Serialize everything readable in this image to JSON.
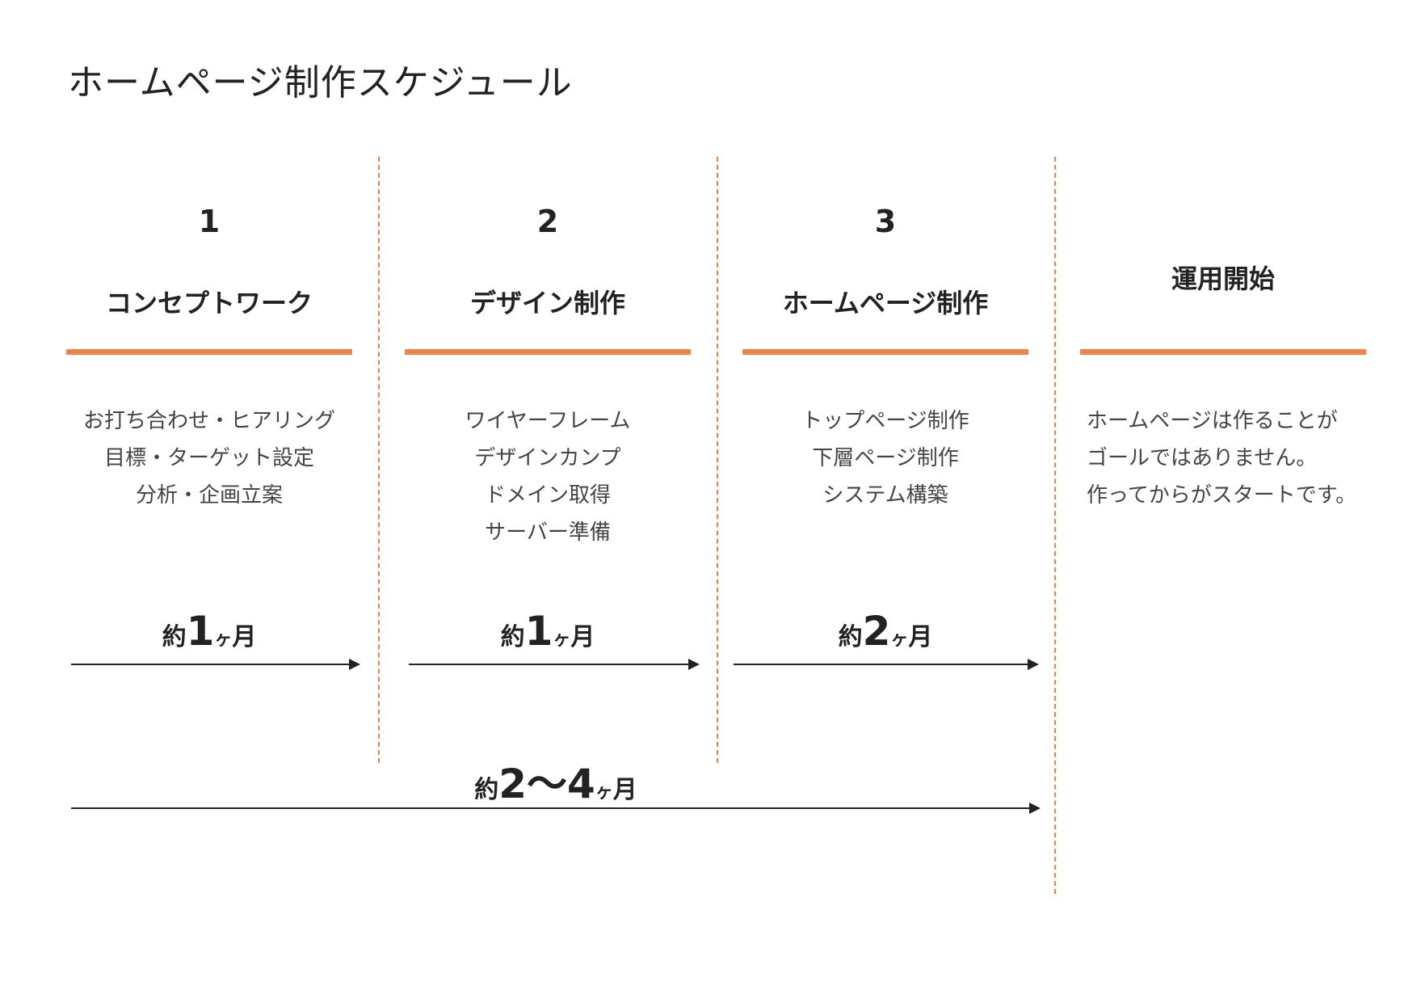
{
  "title": "ホームページ制作スケジュール",
  "steps": [
    {
      "number": "1",
      "title": "コンセプトワーク",
      "tasks": [
        "お打ち合わせ・ヒアリング",
        "目標・ターゲット設定",
        "分析・企画立案"
      ],
      "duration": {
        "prefix": "約",
        "value": "1",
        "ke": "ヶ",
        "suffix": "月"
      }
    },
    {
      "number": "2",
      "title": "デザイン制作",
      "tasks": [
        "ワイヤーフレーム",
        "デザインカンプ",
        "ドメイン取得",
        "サーバー準備"
      ],
      "duration": {
        "prefix": "約",
        "value": "1",
        "ke": "ヶ",
        "suffix": "月"
      }
    },
    {
      "number": "3",
      "title": "ホームページ制作",
      "tasks": [
        "トップページ制作",
        "下層ページ制作",
        "システム構築"
      ],
      "duration": {
        "prefix": "約",
        "value": "2",
        "ke": "ヶ",
        "suffix": "月"
      }
    },
    {
      "number": "",
      "title": "運用開始",
      "tasks": [
        "ホームページは作ることが",
        "ゴールではありません。",
        "作ってからがスタートです。"
      ]
    }
  ],
  "total": {
    "prefix": "約",
    "value": "2〜4",
    "ke": "ヶ",
    "suffix": "月"
  },
  "colors": {
    "accent": "#ee834d",
    "divider": "#e9814f",
    "text": "#222222",
    "arrow": "#222222"
  }
}
